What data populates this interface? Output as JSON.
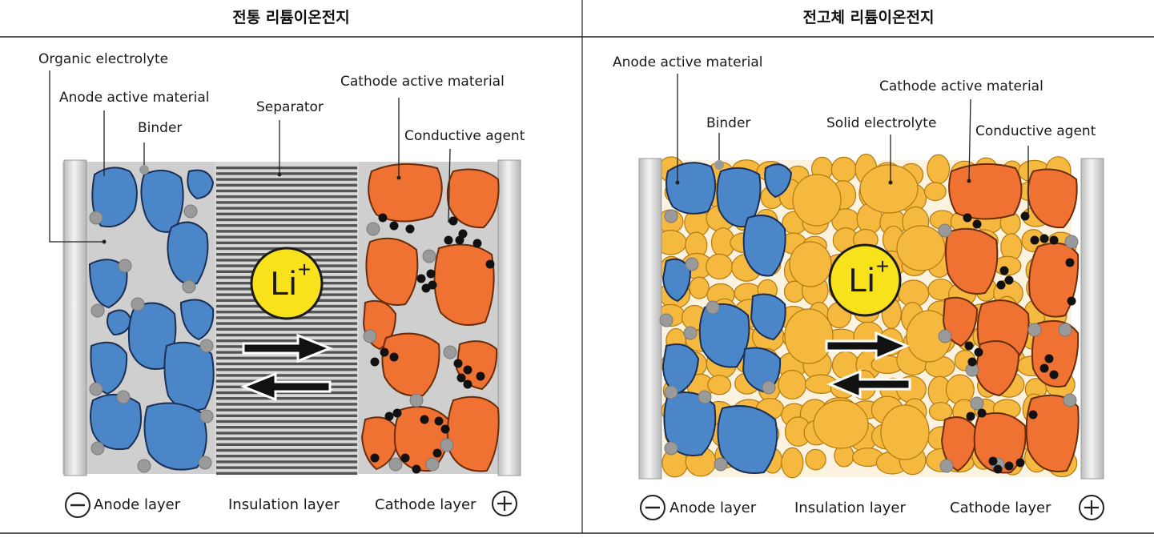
{
  "headers": {
    "left": "전통 리튬이온전지",
    "right": "전고체 리튬이온전지"
  },
  "left_panel": {
    "labels": {
      "organic_electrolyte": "Organic electrolyte",
      "anode_active_material": "Anode active material",
      "binder": "Binder",
      "separator": "Separator",
      "cathode_active_material": "Cathode active material",
      "conductive_agent": "Conductive agent"
    },
    "ion": "Li",
    "ion_charge": "+",
    "bottom": {
      "anode_sign": "−",
      "anode_layer": "Anode layer",
      "insulation_layer": "Insulation layer",
      "cathode_layer": "Cathode layer",
      "cathode_sign": "+"
    }
  },
  "right_panel": {
    "labels": {
      "anode_active_material": "Anode active material",
      "binder": "Binder",
      "solid_electrolyte": "Solid electrolyte",
      "cathode_active_material": "Cathode active material",
      "conductive_agent": "Conductive agent"
    },
    "ion": "Li",
    "ion_charge": "+",
    "bottom": {
      "anode_sign": "−",
      "anode_layer": "Anode layer",
      "insulation_layer": "Insulation layer",
      "cathode_layer": "Cathode layer",
      "cathode_sign": "+"
    }
  },
  "colors": {
    "anode": "#4a86c8",
    "cathode": "#f07232",
    "solid_electrolyte": "#f5b940",
    "li_ion": "#f7e21b",
    "liquid_electrolyte": "#d3d3d3",
    "binder": "#9a9a9a",
    "conductive_agent": "#111111"
  }
}
